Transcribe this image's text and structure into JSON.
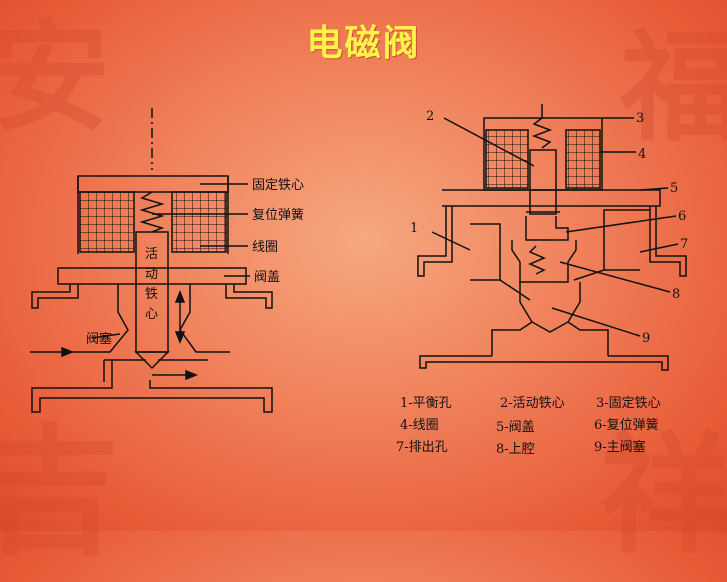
{
  "title": "电磁阀",
  "left_diagram": {
    "labels": {
      "fixed_core": "固定铁心",
      "return_spring": "复位弹簧",
      "coil": "线圈",
      "valve_cover": "阀盖",
      "valve_plug": "阀塞",
      "moving_core_1": "活",
      "moving_core_2": "动",
      "moving_core_3": "铁",
      "moving_core_4": "心"
    }
  },
  "right_diagram": {
    "callouts": [
      "1",
      "2",
      "3",
      "4",
      "5",
      "6",
      "7",
      "8",
      "9"
    ]
  },
  "legend": [
    "1-平衡孔",
    "2-活动铁心",
    "3-固定铁心",
    "4-线圈",
    "5-阀盖",
    "6-复位弹簧",
    "7-排出孔",
    "8-上腔",
    "9-主阀塞"
  ],
  "colors": {
    "background": "#ef7e58",
    "title": "#fff34a",
    "line": "#111111"
  }
}
